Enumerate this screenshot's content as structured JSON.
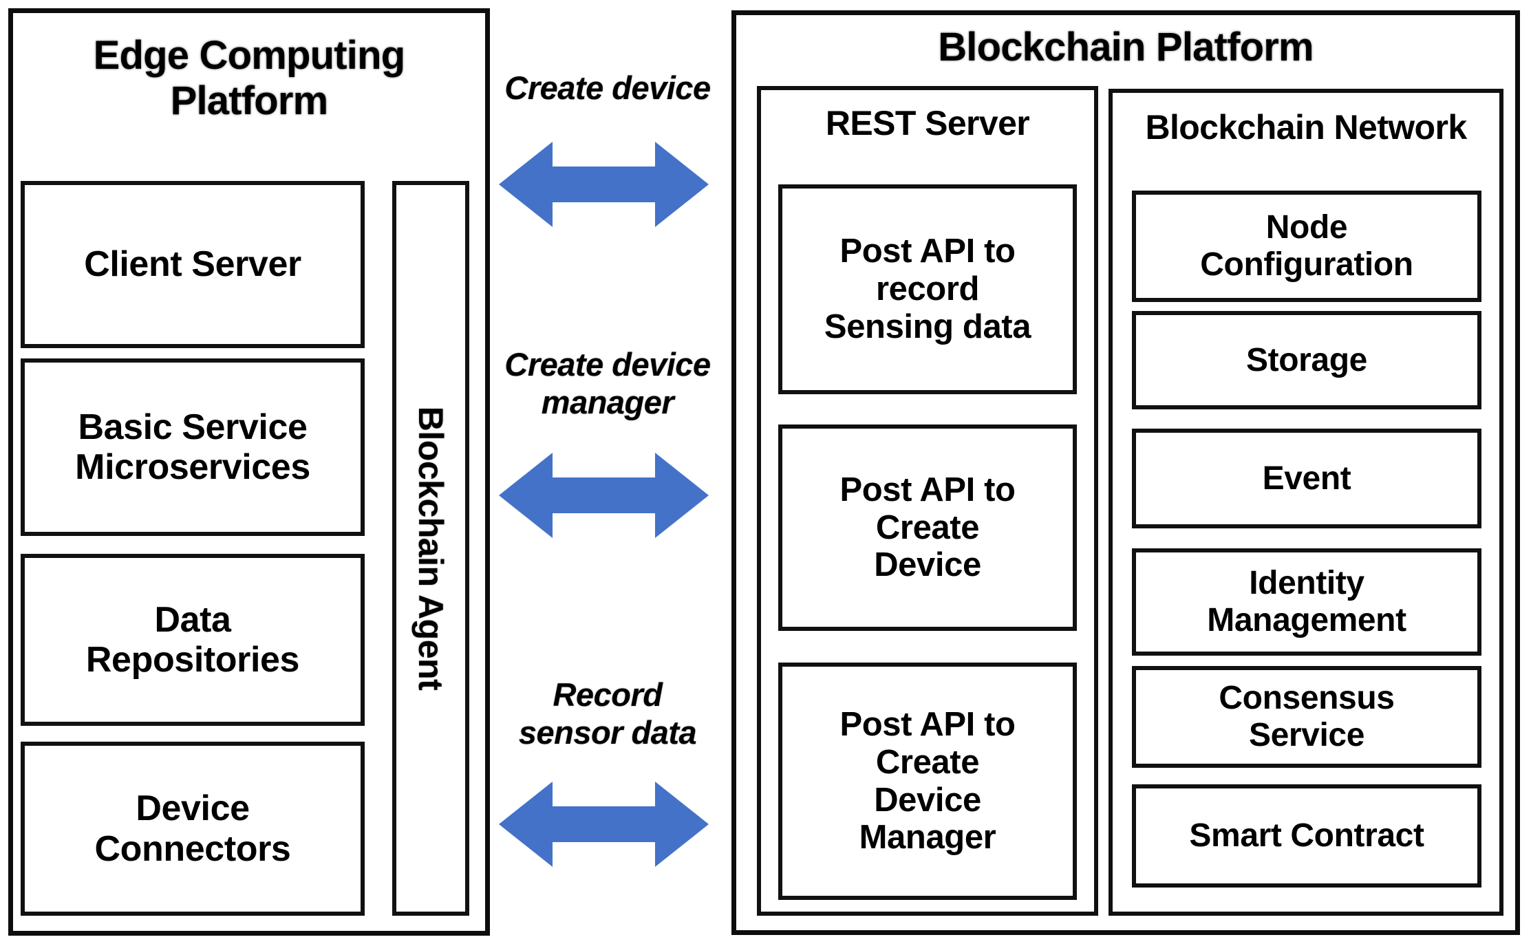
{
  "diagram": {
    "title": "Edge Computing Platform and Blockchain Platform Architecture",
    "accent_color": "#4472C8",
    "line_color": "#101010",
    "background": "#FFFFFF"
  },
  "left_panel": {
    "title": "Edge Computing\nPlatform",
    "boxes": [
      {
        "label": "Client Server"
      },
      {
        "label": "Basic Service\nMicroservices"
      },
      {
        "label": "Data\nRepositories"
      },
      {
        "label": "Device\nConnectors"
      }
    ],
    "agent_strip": {
      "label": "Blockchain Agent"
    }
  },
  "connectors": [
    {
      "label": "Create device",
      "icon": "double-arrow-icon"
    },
    {
      "label": "Create device\nmanager",
      "icon": "double-arrow-icon"
    },
    {
      "label": "Record\nsensor data",
      "icon": "double-arrow-icon"
    }
  ],
  "right_panel": {
    "title": "Blockchain Platform",
    "groups": [
      {
        "name": "rest-server",
        "title": "REST Server",
        "boxes": [
          {
            "label": "Post API to\nrecord\nSensing data"
          },
          {
            "label": "Post API to\nCreate\nDevice"
          },
          {
            "label": "Post API to\nCreate\nDevice\nManager"
          }
        ]
      },
      {
        "name": "blockchain-network",
        "title": "Blockchain Network",
        "boxes": [
          {
            "label": "Node\nConfiguration"
          },
          {
            "label": "Storage"
          },
          {
            "label": "Event"
          },
          {
            "label": "Identity\nManagement"
          },
          {
            "label": "Consensus\nService"
          },
          {
            "label": "Smart Contract"
          }
        ]
      }
    ]
  }
}
